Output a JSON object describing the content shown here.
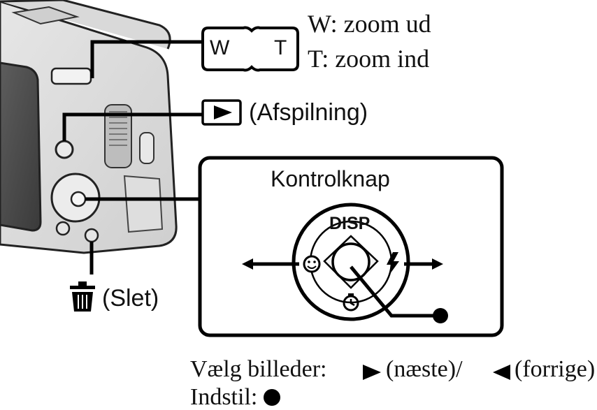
{
  "zoom": {
    "key_w": "W",
    "key_t": "T",
    "line_w": "W: zoom ud",
    "line_t": "T: zoom ind"
  },
  "playback": {
    "label": "(Afspilning)"
  },
  "delete": {
    "label": "(Slet)"
  },
  "control": {
    "title": "Kontrolknap",
    "disp_label": "DISP"
  },
  "footer": {
    "line1_a": "Vælg billeder:",
    "line1_b": "(næste)/",
    "line1_c": "(forrige)",
    "line2": "Indstil:"
  }
}
